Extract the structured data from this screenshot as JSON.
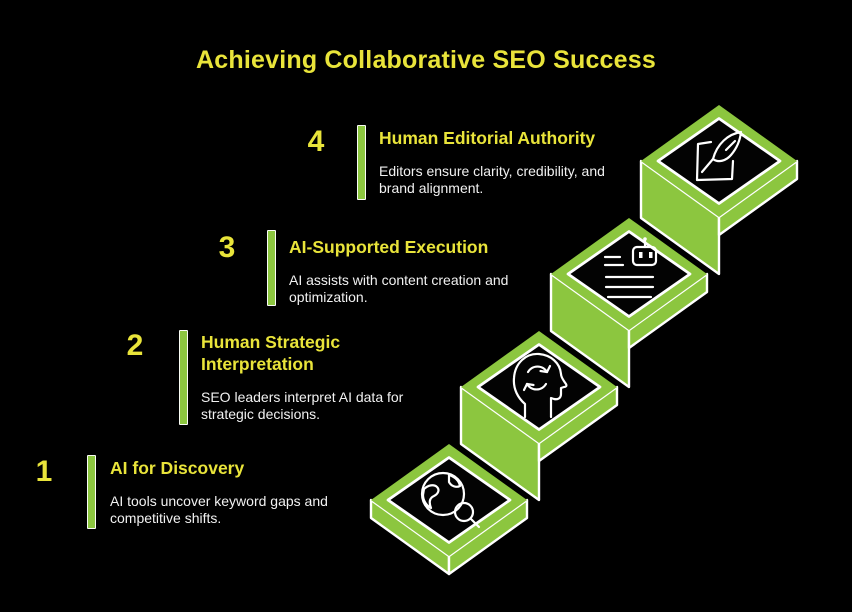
{
  "title": "Achieving Collaborative SEO Success",
  "colors": {
    "background": "#000000",
    "accent_green": "#8cc63f",
    "accent_yellow": "#e9e43a",
    "text_white": "#f1f1f1",
    "tile_black": "#030303"
  },
  "steps": [
    {
      "number": "1",
      "title": "AI for Discovery",
      "description": "AI tools uncover keyword gaps and competitive shifts.",
      "icon": "globe-search-icon"
    },
    {
      "number": "2",
      "title": "Human Strategic Interpretation",
      "description": "SEO leaders interpret AI data for strategic decisions.",
      "icon": "head-refresh-icon"
    },
    {
      "number": "3",
      "title": "AI-Supported Execution",
      "description": "AI assists with content creation and optimization.",
      "icon": "robot-text-icon"
    },
    {
      "number": "4",
      "title": "Human Editorial Authority",
      "description": "Editors ensure clarity, credibility, and brand alignment.",
      "icon": "quill-note-icon"
    }
  ]
}
